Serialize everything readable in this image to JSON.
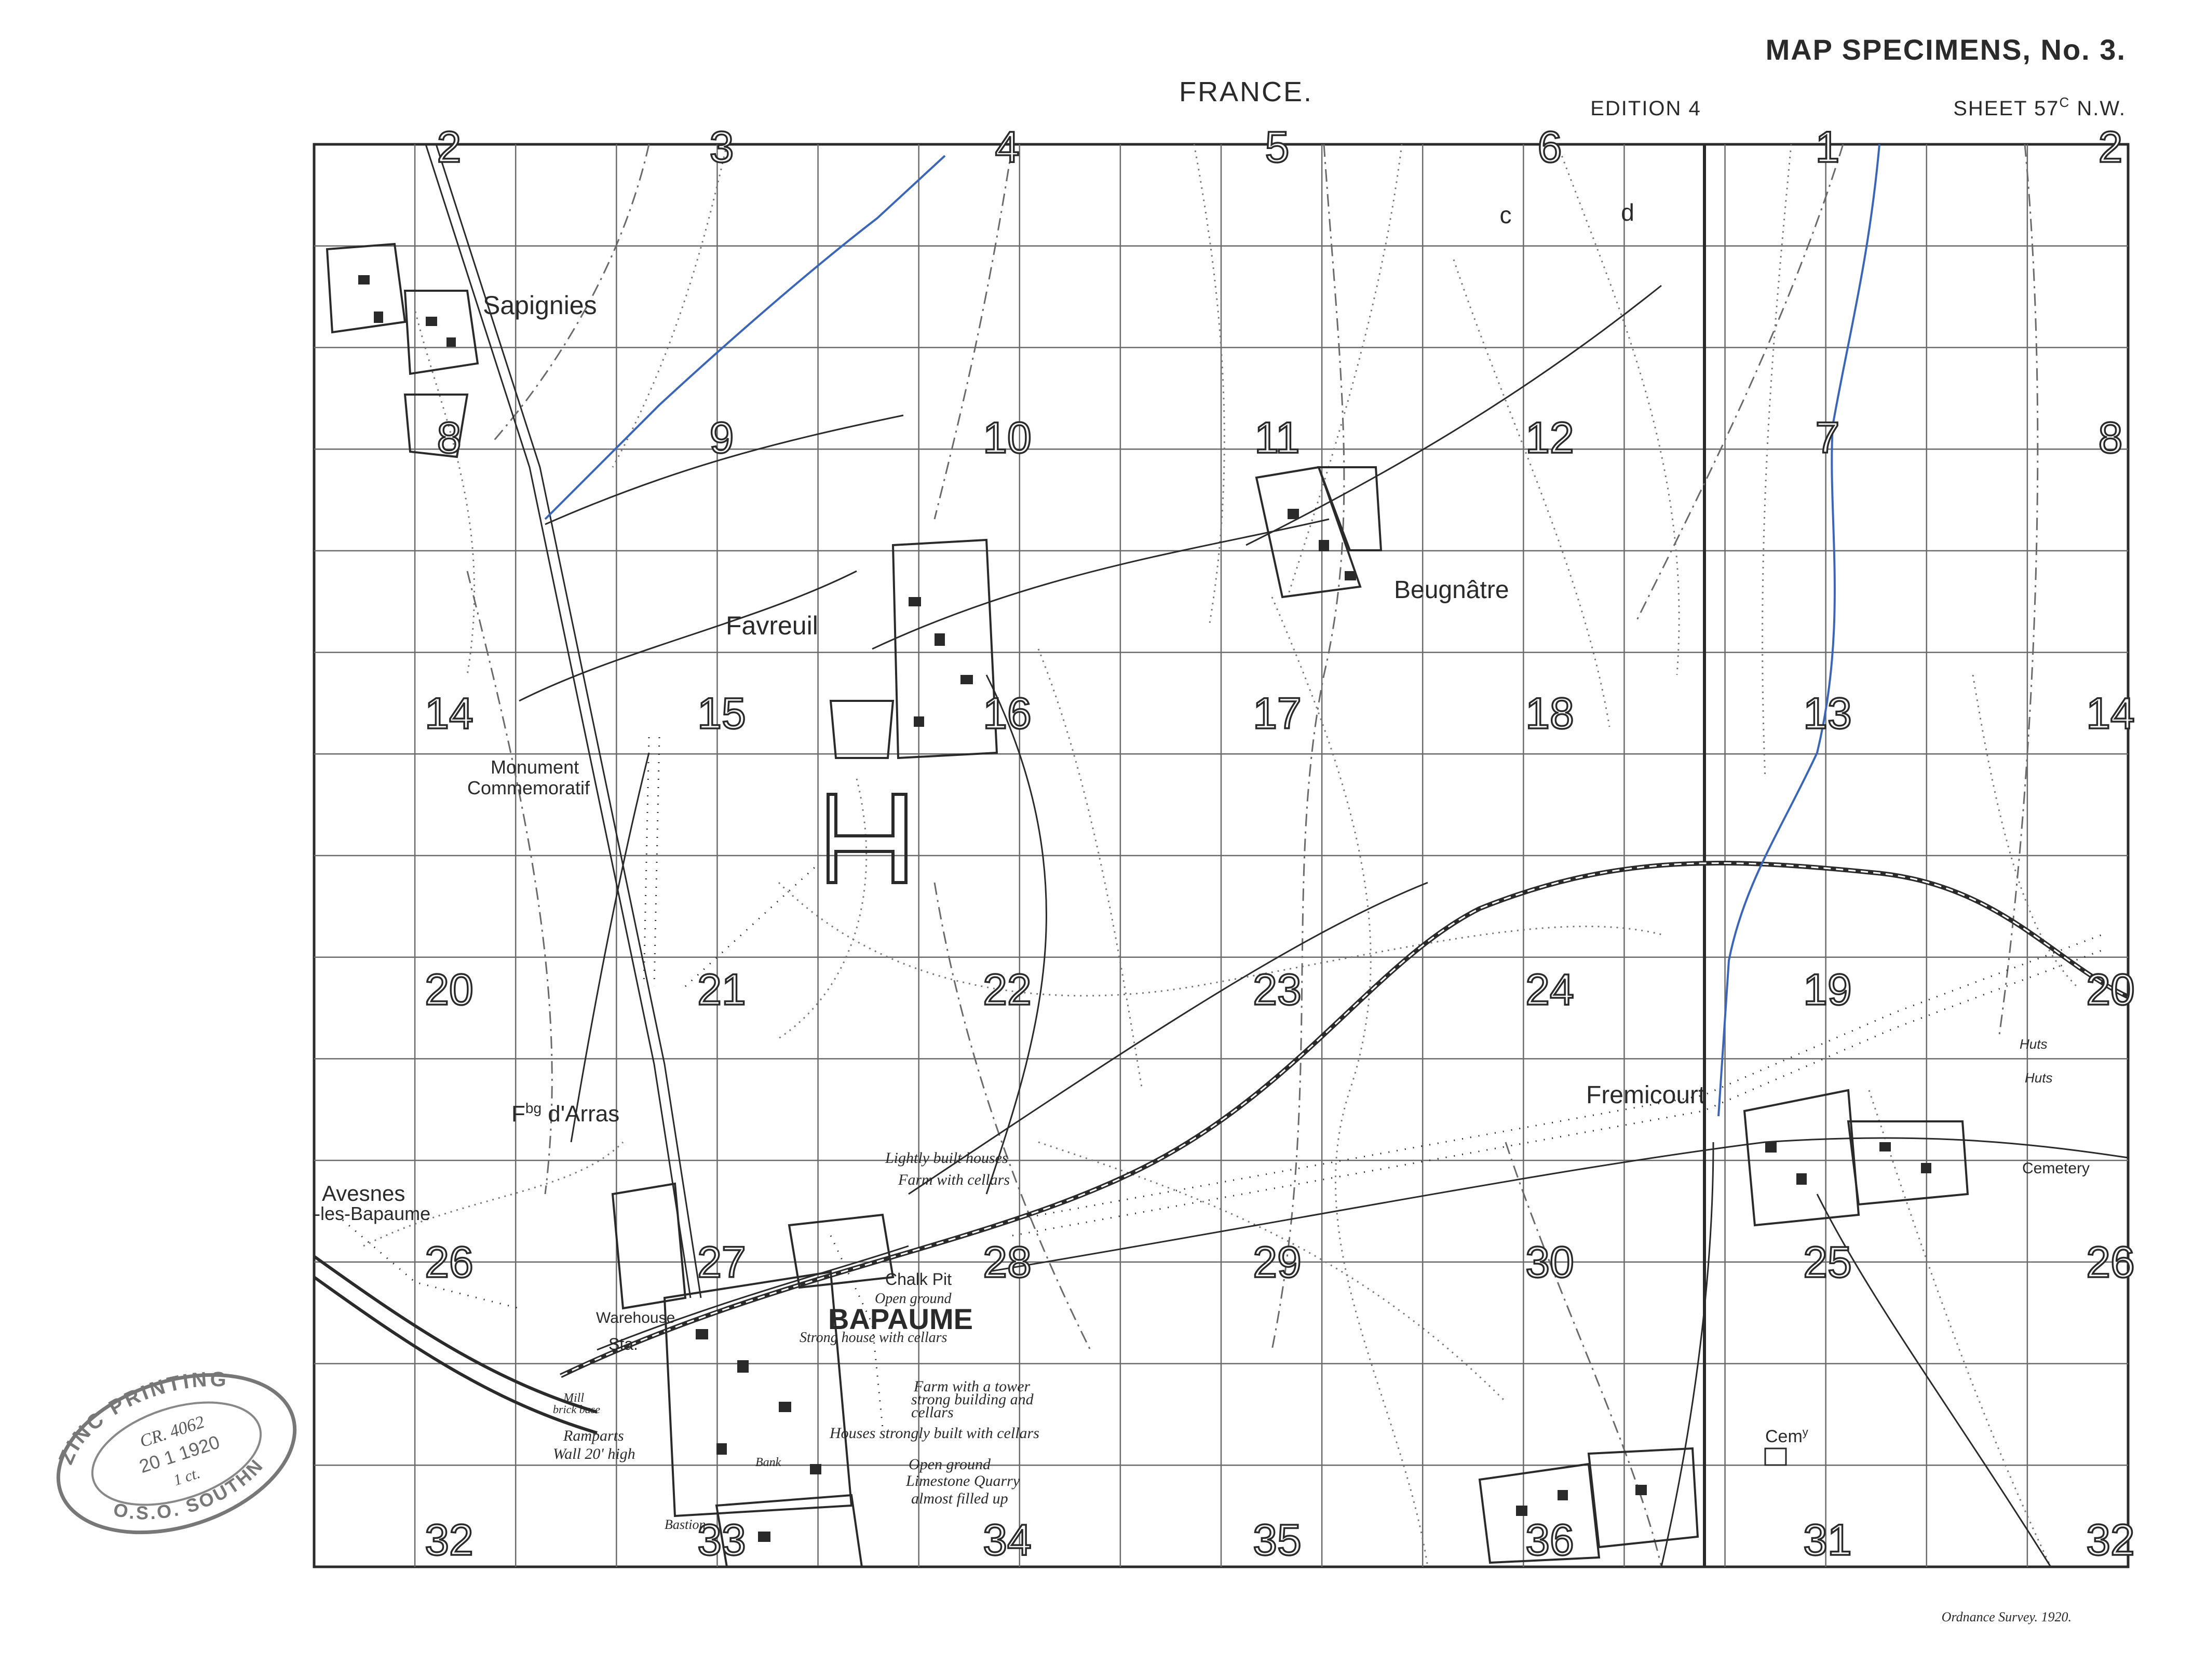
{
  "header": {
    "series": "MAP SPECIMENS, No. 3.",
    "country": "FRANCE.",
    "edition": "EDITION 4",
    "sheet": "SHEET 57",
    "sheet_sup": "C",
    "sheet_suffix": " N.W."
  },
  "footer": {
    "credit": "Ordnance Survey. 1920."
  },
  "grid": {
    "top_labels": [
      "2",
      "3",
      "4",
      "5",
      "6",
      "1",
      "2"
    ],
    "rows": [
      [
        "8",
        "9",
        "10",
        "11",
        "12",
        "7",
        "8"
      ],
      [
        "14",
        "15",
        "16",
        "17",
        "18",
        "13",
        "14"
      ],
      [
        "20",
        "21",
        "22",
        "23",
        "24",
        "19",
        "20"
      ],
      [
        "26",
        "27",
        "28",
        "29",
        "30",
        "25",
        "26"
      ],
      [
        "32",
        "33",
        "34",
        "35",
        "36",
        "31",
        "32"
      ]
    ],
    "sub_letters": [
      "c",
      "d"
    ]
  },
  "places": {
    "sapignies": "Sapignies",
    "favreuil": "Favreuil",
    "beugnatre": "Beugnâtre",
    "monument1": "Monument",
    "monument2": "Commemoratif",
    "fbg_prefix": "F",
    "fbg_sup": "bg",
    "fbg_rest": " d'Arras",
    "avesnes1": "Avesnes",
    "avesnes2": "-les-Bapaume",
    "bapaume": "BAPAUME",
    "fremicourt": "Fremicourt",
    "cemetery": "Cemetery",
    "cemy_prefix": "Cem",
    "cemy_sup": "y",
    "huts1": "Huts",
    "huts2": "Huts",
    "warehouse": "Warehouse",
    "sta": "Sta."
  },
  "notes": {
    "lightly": "Lightly built houses",
    "farm_cellars": "Farm with cellars",
    "chalk_pit": "Chalk Pit",
    "open_ground1": "Open ground",
    "strong_house": "Strong house with cellars",
    "farm_tower1": "Farm with a tower",
    "farm_tower2": "strong building and",
    "farm_tower3": "cellars",
    "houses_strong": "Houses strongly built with cellars",
    "open_ground2": "Open ground",
    "limestone1": "Limestone Quarry",
    "limestone2": "almost filled up",
    "mill1": "Mill",
    "mill2": "brick base",
    "ramparts1": "Ramparts",
    "ramparts2": "Wall 20' high",
    "bank": "Bank",
    "bastion": "Bastion"
  },
  "stamp": {
    "outer_text": "ZINC PRINTING",
    "bottom_text": "O.S.O. SOUTHN",
    "line1": "CR. 4062",
    "line2": "20 1 1920",
    "line3": "1 ct."
  },
  "colors": {
    "ink": "#2a2a2a",
    "water": "#3b66b8",
    "paper": "#ffffff"
  }
}
